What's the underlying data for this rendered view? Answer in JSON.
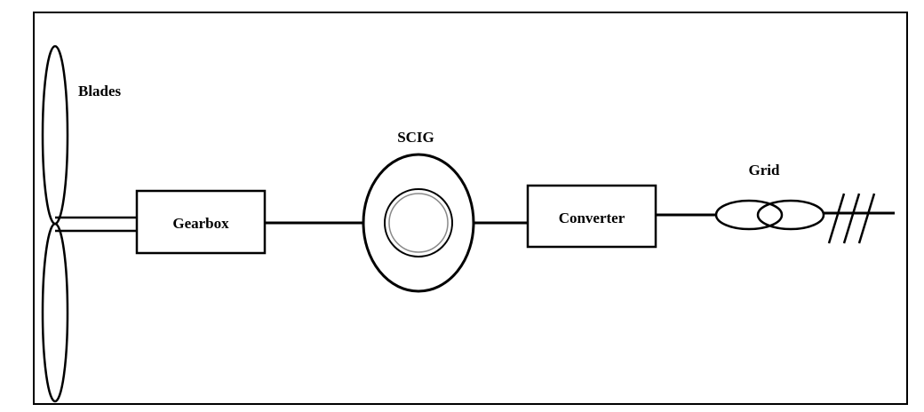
{
  "diagram": {
    "labels": {
      "blades": "Blades",
      "gearbox": "Gearbox",
      "generator": "SCIG",
      "converter": "Converter",
      "grid": "Grid"
    },
    "colors": {
      "line": "#000000",
      "background": "#ffffff",
      "inner_ring": "#8a8a8a"
    }
  }
}
